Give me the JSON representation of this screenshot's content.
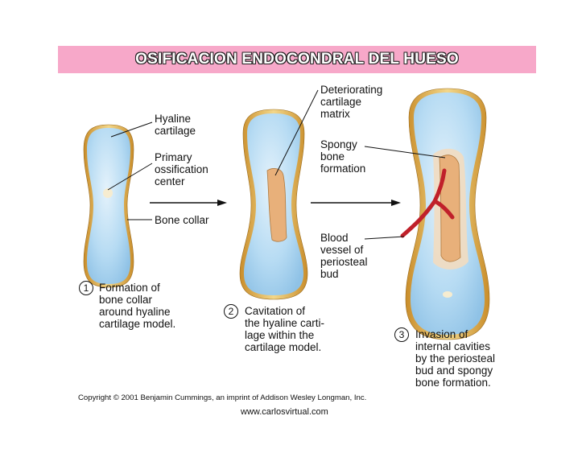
{
  "title": "OSIFICACION ENDOCONDRAL DEL HUESO",
  "labels": {
    "hyaline_cartilage": "Hyaline\ncartilage",
    "primary_ossification_center": "Primary\nossification\ncenter",
    "bone_collar": "Bone collar",
    "deteriorating_cartilage_matrix": "Deteriorating\ncartilage\nmatrix",
    "spongy_bone_formation": "Spongy\nbone\nformation",
    "blood_vessel": "Blood\nvessel of\nperiosteal\nbud"
  },
  "steps": [
    {
      "number": "1",
      "text": "Formation of\nbone collar\naround hyaline\ncartilage model."
    },
    {
      "number": "2",
      "text": "Cavitation of\nthe hyaline carti-\nlage within the\ncartilage model."
    },
    {
      "number": "3",
      "text": "Invasion of\ninternal cavities\nby the periosteal\nbud and spongy\nbone formation."
    }
  ],
  "copyright": "Copyright © 2001 Benjamin Cummings, an imprint of Addison Wesley Longman, Inc.",
  "website": "www.carlosvirtual.com",
  "colors": {
    "title_bg": "#f7a8c9",
    "cartilage": "#a9d3ef",
    "bone_collar": "#d9a441",
    "blood_vessel": "#c0202a",
    "spongy_bone": "#e8b07a"
  }
}
